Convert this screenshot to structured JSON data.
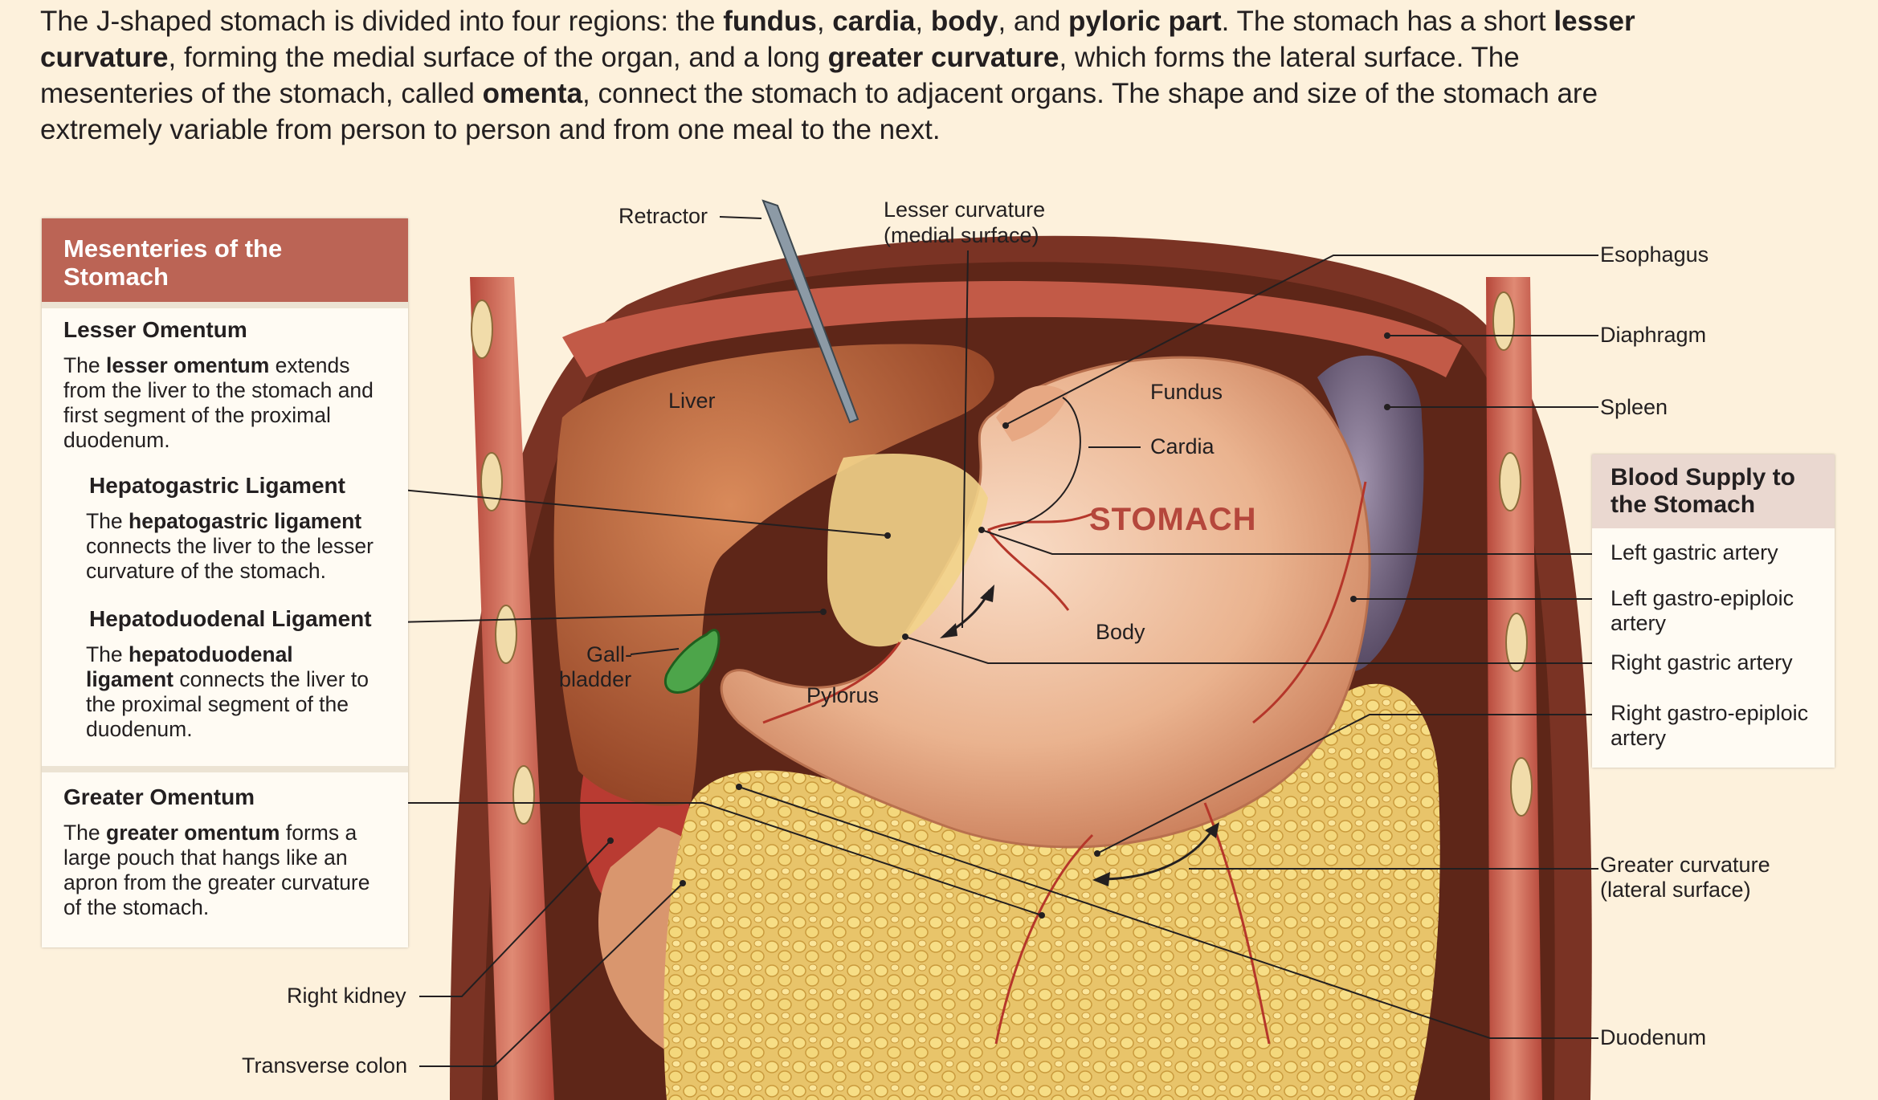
{
  "intro": {
    "s1a": "The J-shaped stomach is divided into four regions: the ",
    "fundus": "fundus",
    "s1b": ", ",
    "cardia": "cardia",
    "s1c": ", ",
    "body": "body",
    "s1d": ", and ",
    "pyloric": "pyloric part",
    "s1e": ". The stomach has a short ",
    "lesser": "lesser curvature",
    "s1f": ", forming the medial surface of the organ, and a long ",
    "greater": "greater curvature",
    "s1g": ", which forms the lateral surface. The mesenteries of the stomach, called ",
    "omenta": "omenta",
    "s1h": ", connect the stomach to adjacent organs. The shape and size of the stomach are extremely variable from person to person and from one meal to the next."
  },
  "labels": {
    "retractor": "Retractor",
    "lesser_curv_1": "Lesser curvature",
    "lesser_curv_2": "(medial surface)",
    "esophagus": "Esophagus",
    "diaphragm": "Diaphragm",
    "spleen": "Spleen",
    "liver": "Liver",
    "fundus": "Fundus",
    "cardia": "Cardia",
    "stomach": "STOMACH",
    "body": "Body",
    "gall_1": "Gall-",
    "gall_2": "bladder",
    "pylorus": "Pylorus",
    "greater_curv_1": "Greater curvature",
    "greater_curv_2": "(lateral surface)",
    "right_kidney": "Right kidney",
    "transverse_colon": "Transverse colon",
    "duodenum": "Duodenum"
  },
  "mesenteries": {
    "title": "Mesenteries of the Stomach",
    "lesser": {
      "title": "Lesser Omentum",
      "t1": "The ",
      "bold": "lesser omentum",
      "t2": " extends from the liver to the stomach and first segment of the proximal duodenum."
    },
    "hepatogastric": {
      "title": "Hepatogastric Ligament",
      "t1": "The ",
      "bold": "hepatogastric ligament",
      "t2": " connects the liver to the lesser curvature of the stomach."
    },
    "hepatoduodenal": {
      "title": "Hepatoduodenal Ligament",
      "t1": "The ",
      "bold": "hepatoduodenal ligament",
      "t2": " connects the liver to the proximal segment of the duodenum."
    },
    "greater": {
      "title": "Greater Omentum",
      "t1": "The ",
      "bold": "greater omentum",
      "t2": " forms a large pouch that hangs like an apron from the greater curvature of the stomach."
    }
  },
  "blood_supply": {
    "title": "Blood Supply to the Stomach",
    "items": [
      "Left gastric artery",
      "Left gastro-epiploic artery",
      "Right gastric artery",
      "Right gastro-epiploic artery"
    ]
  },
  "colors": {
    "background": "#fdf1dc",
    "panel_header": "#bb6455",
    "blood_header": "#ead8d0",
    "stomach_label": "#b5473c"
  }
}
